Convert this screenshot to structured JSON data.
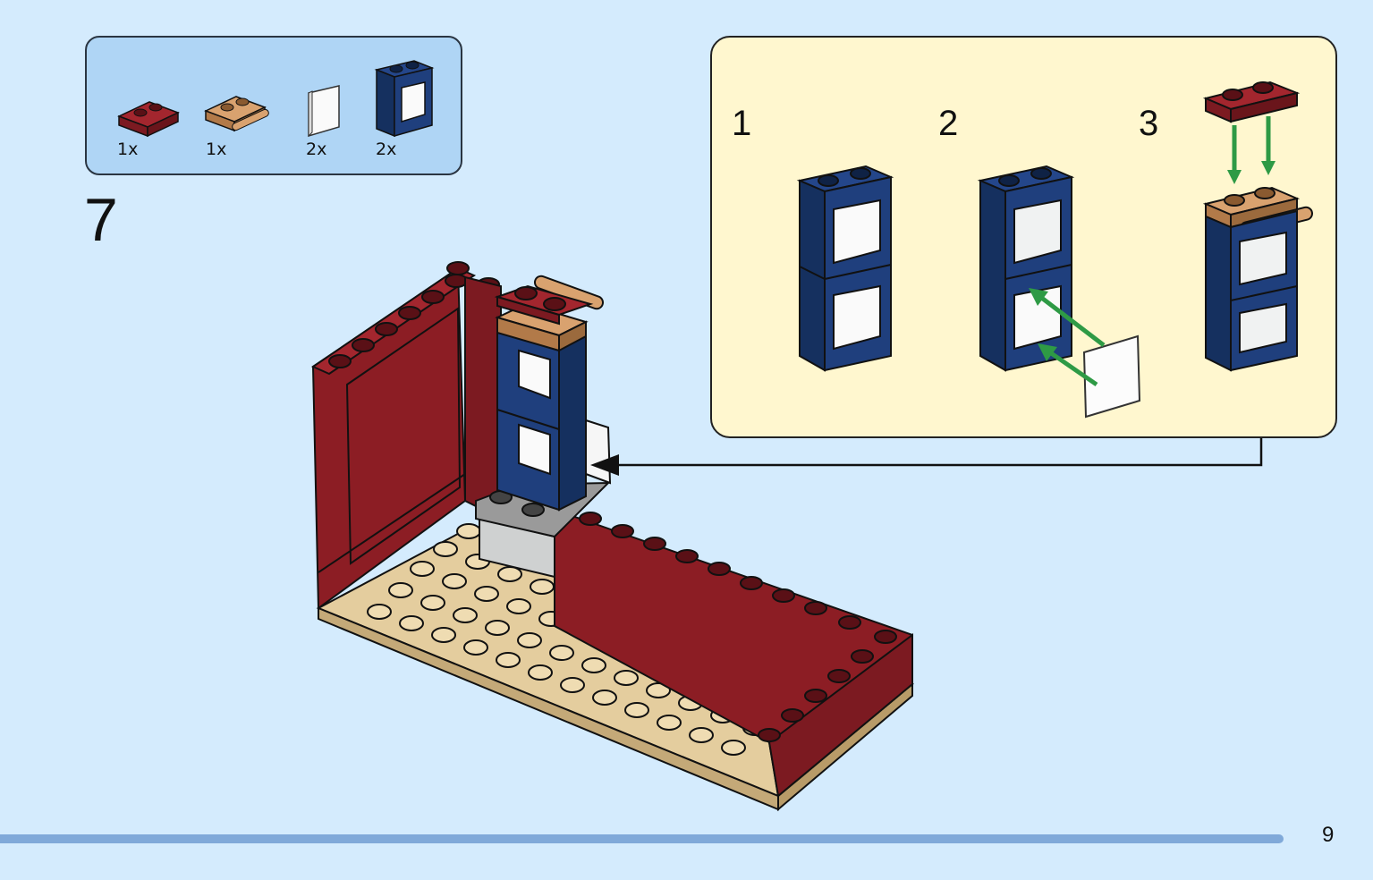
{
  "step": {
    "number": "7"
  },
  "parts_list": [
    {
      "name": "red-plate-1x2",
      "qty": "1x",
      "color": "#8c1d24"
    },
    {
      "name": "tan-plate-handle",
      "qty": "1x",
      "color": "#c98e5c"
    },
    {
      "name": "clear-glass-pane",
      "qty": "2x",
      "color": "#f4f6f4"
    },
    {
      "name": "blue-window-frame",
      "qty": "2x",
      "color": "#1a3669"
    }
  ],
  "callout": {
    "sub_steps": [
      "1",
      "2",
      "3"
    ],
    "colors": {
      "background": "#fff7cf",
      "arrow": "#2e9a45"
    }
  },
  "page": {
    "number": "9"
  },
  "colors": {
    "background": "#d4ebfd",
    "parts_box": "#afd5f5",
    "dark_red": "#8c1d24",
    "tan": "#e4cd9e",
    "dark_blue": "#1a3669",
    "medium_nougat": "#c98e5c",
    "gray": "#9a9a9a",
    "page_bar": "#80a9d9"
  }
}
